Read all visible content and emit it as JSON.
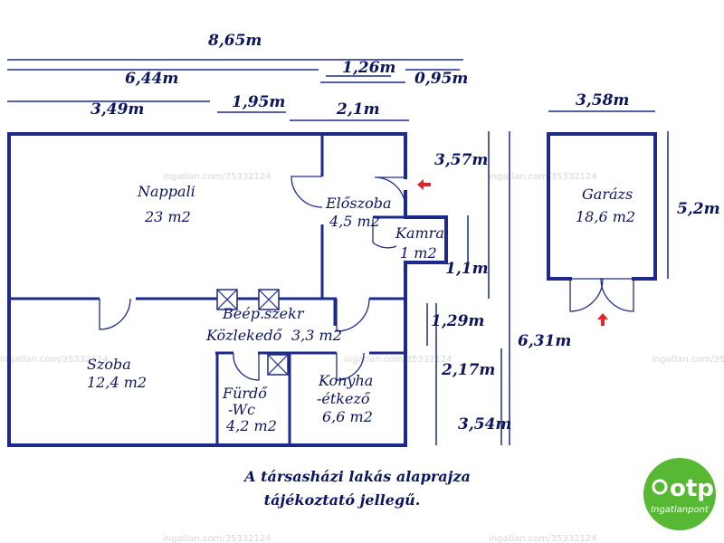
{
  "dimensions": {
    "total_width": "8,65m",
    "width_6_44": "6,44m",
    "width_1_26": "1,26m",
    "width_0_95": "0,95m",
    "width_3_49": "3,49m",
    "width_1_95": "1,95m",
    "width_2_1": "2,1m",
    "garage_width": "3,58m",
    "height_3_57": "3,57m",
    "garage_height": "5,2m",
    "height_1_1": "1,1m",
    "height_1_29": "1,29m",
    "height_6_31": "6,31m",
    "height_2_17": "2,17m",
    "height_3_54": "3,54m"
  },
  "rooms": {
    "nappali": {
      "name": "Nappali",
      "area": "23 m2"
    },
    "eloszoba": {
      "name": "Előszoba",
      "area": "4,5 m2"
    },
    "kamra": {
      "name": "Kamra",
      "area": "1 m2"
    },
    "garazs": {
      "name": "Garázs",
      "area": "18,6 m2"
    },
    "szoba": {
      "name": "Szoba",
      "area": "12,4 m2"
    },
    "beep_szekr": {
      "name": "Beép.szekr"
    },
    "kozlekedo": {
      "name": "Közlekedő",
      "area": "3,3 m2"
    },
    "furdo": {
      "line1": "Fürdő",
      "line2": "-Wc",
      "area": "4,2 m2"
    },
    "konyha": {
      "line1": "Konyha",
      "line2": "-étkező",
      "area": "6,6 m2"
    }
  },
  "note": {
    "line1": "A társasházi lakás alaprajza",
    "line2": "tájékoztató jellegű."
  },
  "watermark": "ingatlan.com/35332124",
  "logo": {
    "brand": "otp",
    "sub": "Ingatlanpont",
    "color": "#57b833"
  },
  "colors": {
    "wall": "#1d2a8c",
    "text": "#0c1560",
    "arrow": "#e0242c",
    "window": "#a8c0e8"
  }
}
